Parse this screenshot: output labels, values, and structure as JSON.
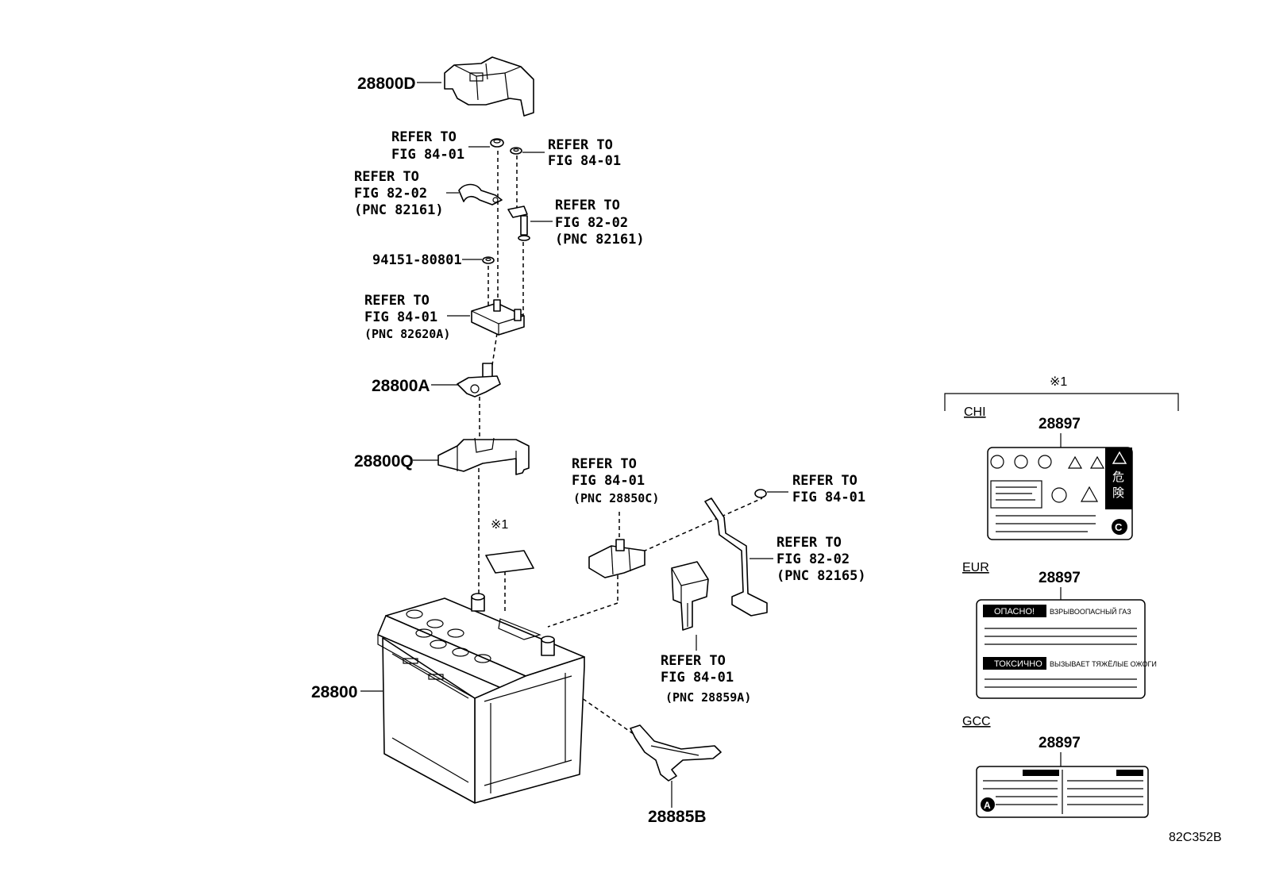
{
  "diagram_id": "82C352B",
  "callouts": {
    "p28800D": "28800D",
    "refer_a": {
      "l1": "REFER TO",
      "l2": "FIG 84-01"
    },
    "refer_b": {
      "l1": "REFER TO",
      "l2": "FIG 84-01"
    },
    "refer_c": {
      "l1": "REFER TO",
      "l2": "FIG 82-02",
      "l3": "(PNC 82161)"
    },
    "refer_d": {
      "l1": "REFER TO",
      "l2": "FIG 82-02",
      "l3": "(PNC 82161)"
    },
    "p94151": "94151-80801",
    "refer_e": {
      "l1": "REFER TO",
      "l2": "FIG 84-01",
      "l3": "(PNC 82620A)"
    },
    "p28800A": "28800A",
    "p28800Q": "28800Q",
    "refer_f": {
      "l1": "REFER TO",
      "l2": "FIG 84-01",
      "l3": "(PNC 28850C)"
    },
    "refer_g": {
      "l1": "REFER TO",
      "l2": "FIG 84-01"
    },
    "refer_h": {
      "l1": "REFER TO",
      "l2": "FIG 82-02",
      "l3": "(PNC 82165)"
    },
    "refer_i": {
      "l1": "REFER TO",
      "l2": "FIG 84-01",
      "l3": "(PNC 28859A)"
    },
    "note_label": "※1",
    "p28800": "28800",
    "p28885B": "28885B"
  },
  "label_panel": {
    "header": "※1",
    "chi": {
      "region": "CHI",
      "part": "28897",
      "warning_glyphs": "危険",
      "badge": "C"
    },
    "eur": {
      "region": "EUR",
      "part": "28897",
      "line1_tag": "ОПАСНО!",
      "line1_text": "ВЗРЫВООПАСНЫЙ ГАЗ",
      "line2_tag": "ТОКСИЧНО",
      "line2_text": "ВЫЗЫВАЕТ ТЯЖЁЛЫЕ ОЖОГИ"
    },
    "gcc": {
      "region": "GCC",
      "part": "28897",
      "badge": "A"
    }
  }
}
